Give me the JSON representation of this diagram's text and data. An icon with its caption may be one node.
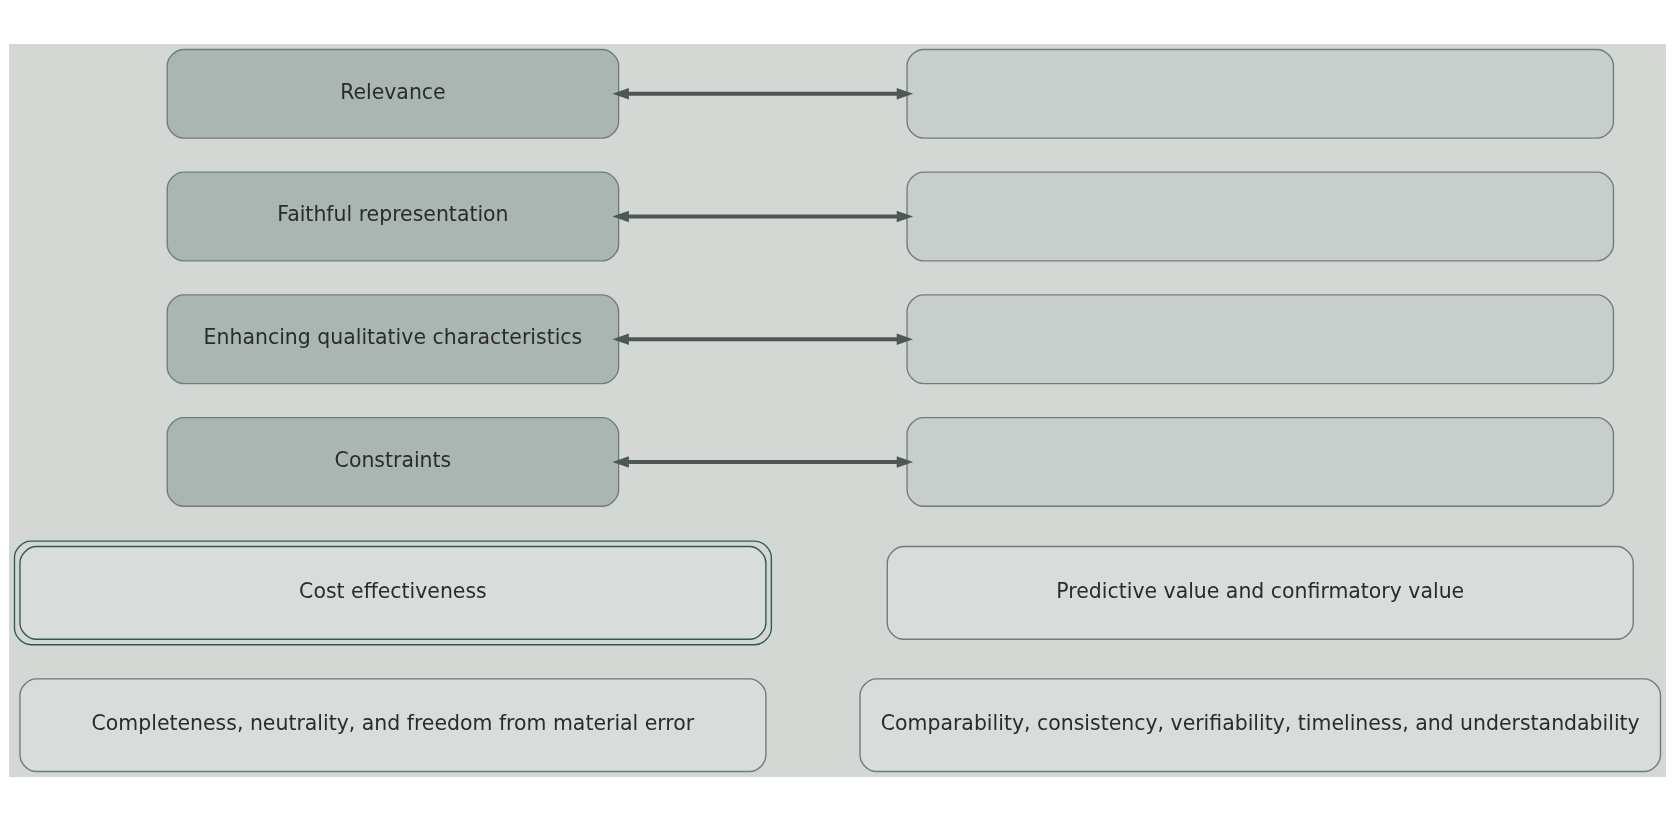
{
  "diagram": {
    "nodes": [
      {
        "text": [
          "Relevance"
        ]
      },
      {
        "text": [
          "Faithful representation"
        ]
      },
      {
        "text": [
          "Enhancing qualitative characteristics"
        ]
      },
      {
        "text": [
          "Constraints"
        ]
      },
      {
        "text": [],
        "shape": "box"
      },
      {
        "text": [],
        "shape": "box"
      },
      {
        "text": [],
        "shape": "box"
      },
      {
        "text": [],
        "shape": "box"
      },
      {
        "text": [
          "Cost effectiveness"
        ]
      },
      {
        "text": [
          "Predictive value and confirmatory value"
        ]
      },
      {
        "text": [
          "Completeness, neutrality, and freedom from material error"
        ]
      },
      {
        "text": [
          "Comparability, consistency, verifiability, timeliness, and understandability"
        ]
      }
    ],
    "edges": [
      {
        "from": 0,
        "to": 4,
        "arrow": "both"
      },
      {
        "from": 1,
        "to": 5,
        "arrow": "both"
      },
      {
        "from": 2,
        "to": 6,
        "arrow": "both"
      },
      {
        "from": 3,
        "to": 7,
        "arrow": "both"
      }
    ]
  }
}
